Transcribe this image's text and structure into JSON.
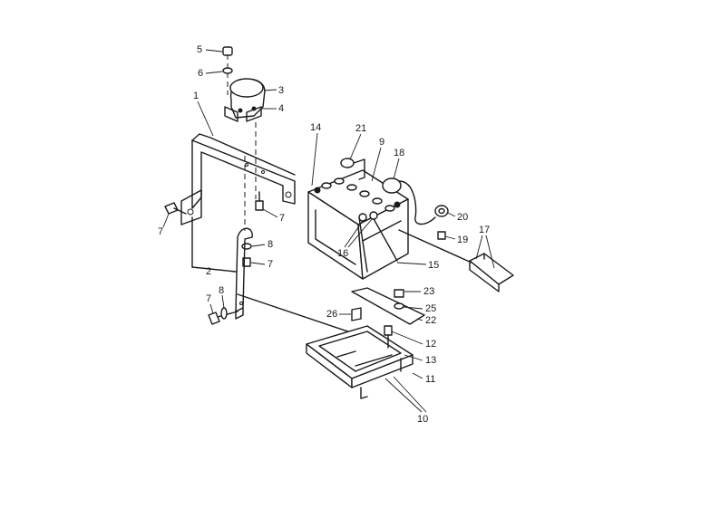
{
  "diagram": {
    "part_numbers": [
      "1",
      "2",
      "3",
      "4",
      "5",
      "6",
      "7",
      "8",
      "9",
      "10",
      "11",
      "12",
      "13",
      "14",
      "15",
      "16",
      "17",
      "18",
      "19",
      "20",
      "21",
      "22",
      "23",
      "25",
      "26"
    ]
  },
  "labels": {
    "p1": "1",
    "p2": "2",
    "p3": "3",
    "p4": "4",
    "p5": "5",
    "p6": "6",
    "p7a": "7",
    "p7b": "7",
    "p7c": "7",
    "p7d": "7",
    "p8a": "8",
    "p8b": "8",
    "p9": "9",
    "p10": "10",
    "p11": "11",
    "p12": "12",
    "p13": "13",
    "p14": "14",
    "p15": "15",
    "p16": "16",
    "p17": "17",
    "p18": "18",
    "p19": "19",
    "p20": "20",
    "p21": "21",
    "p22": "22",
    "p23": "23",
    "p25": "25",
    "p26": "26"
  }
}
